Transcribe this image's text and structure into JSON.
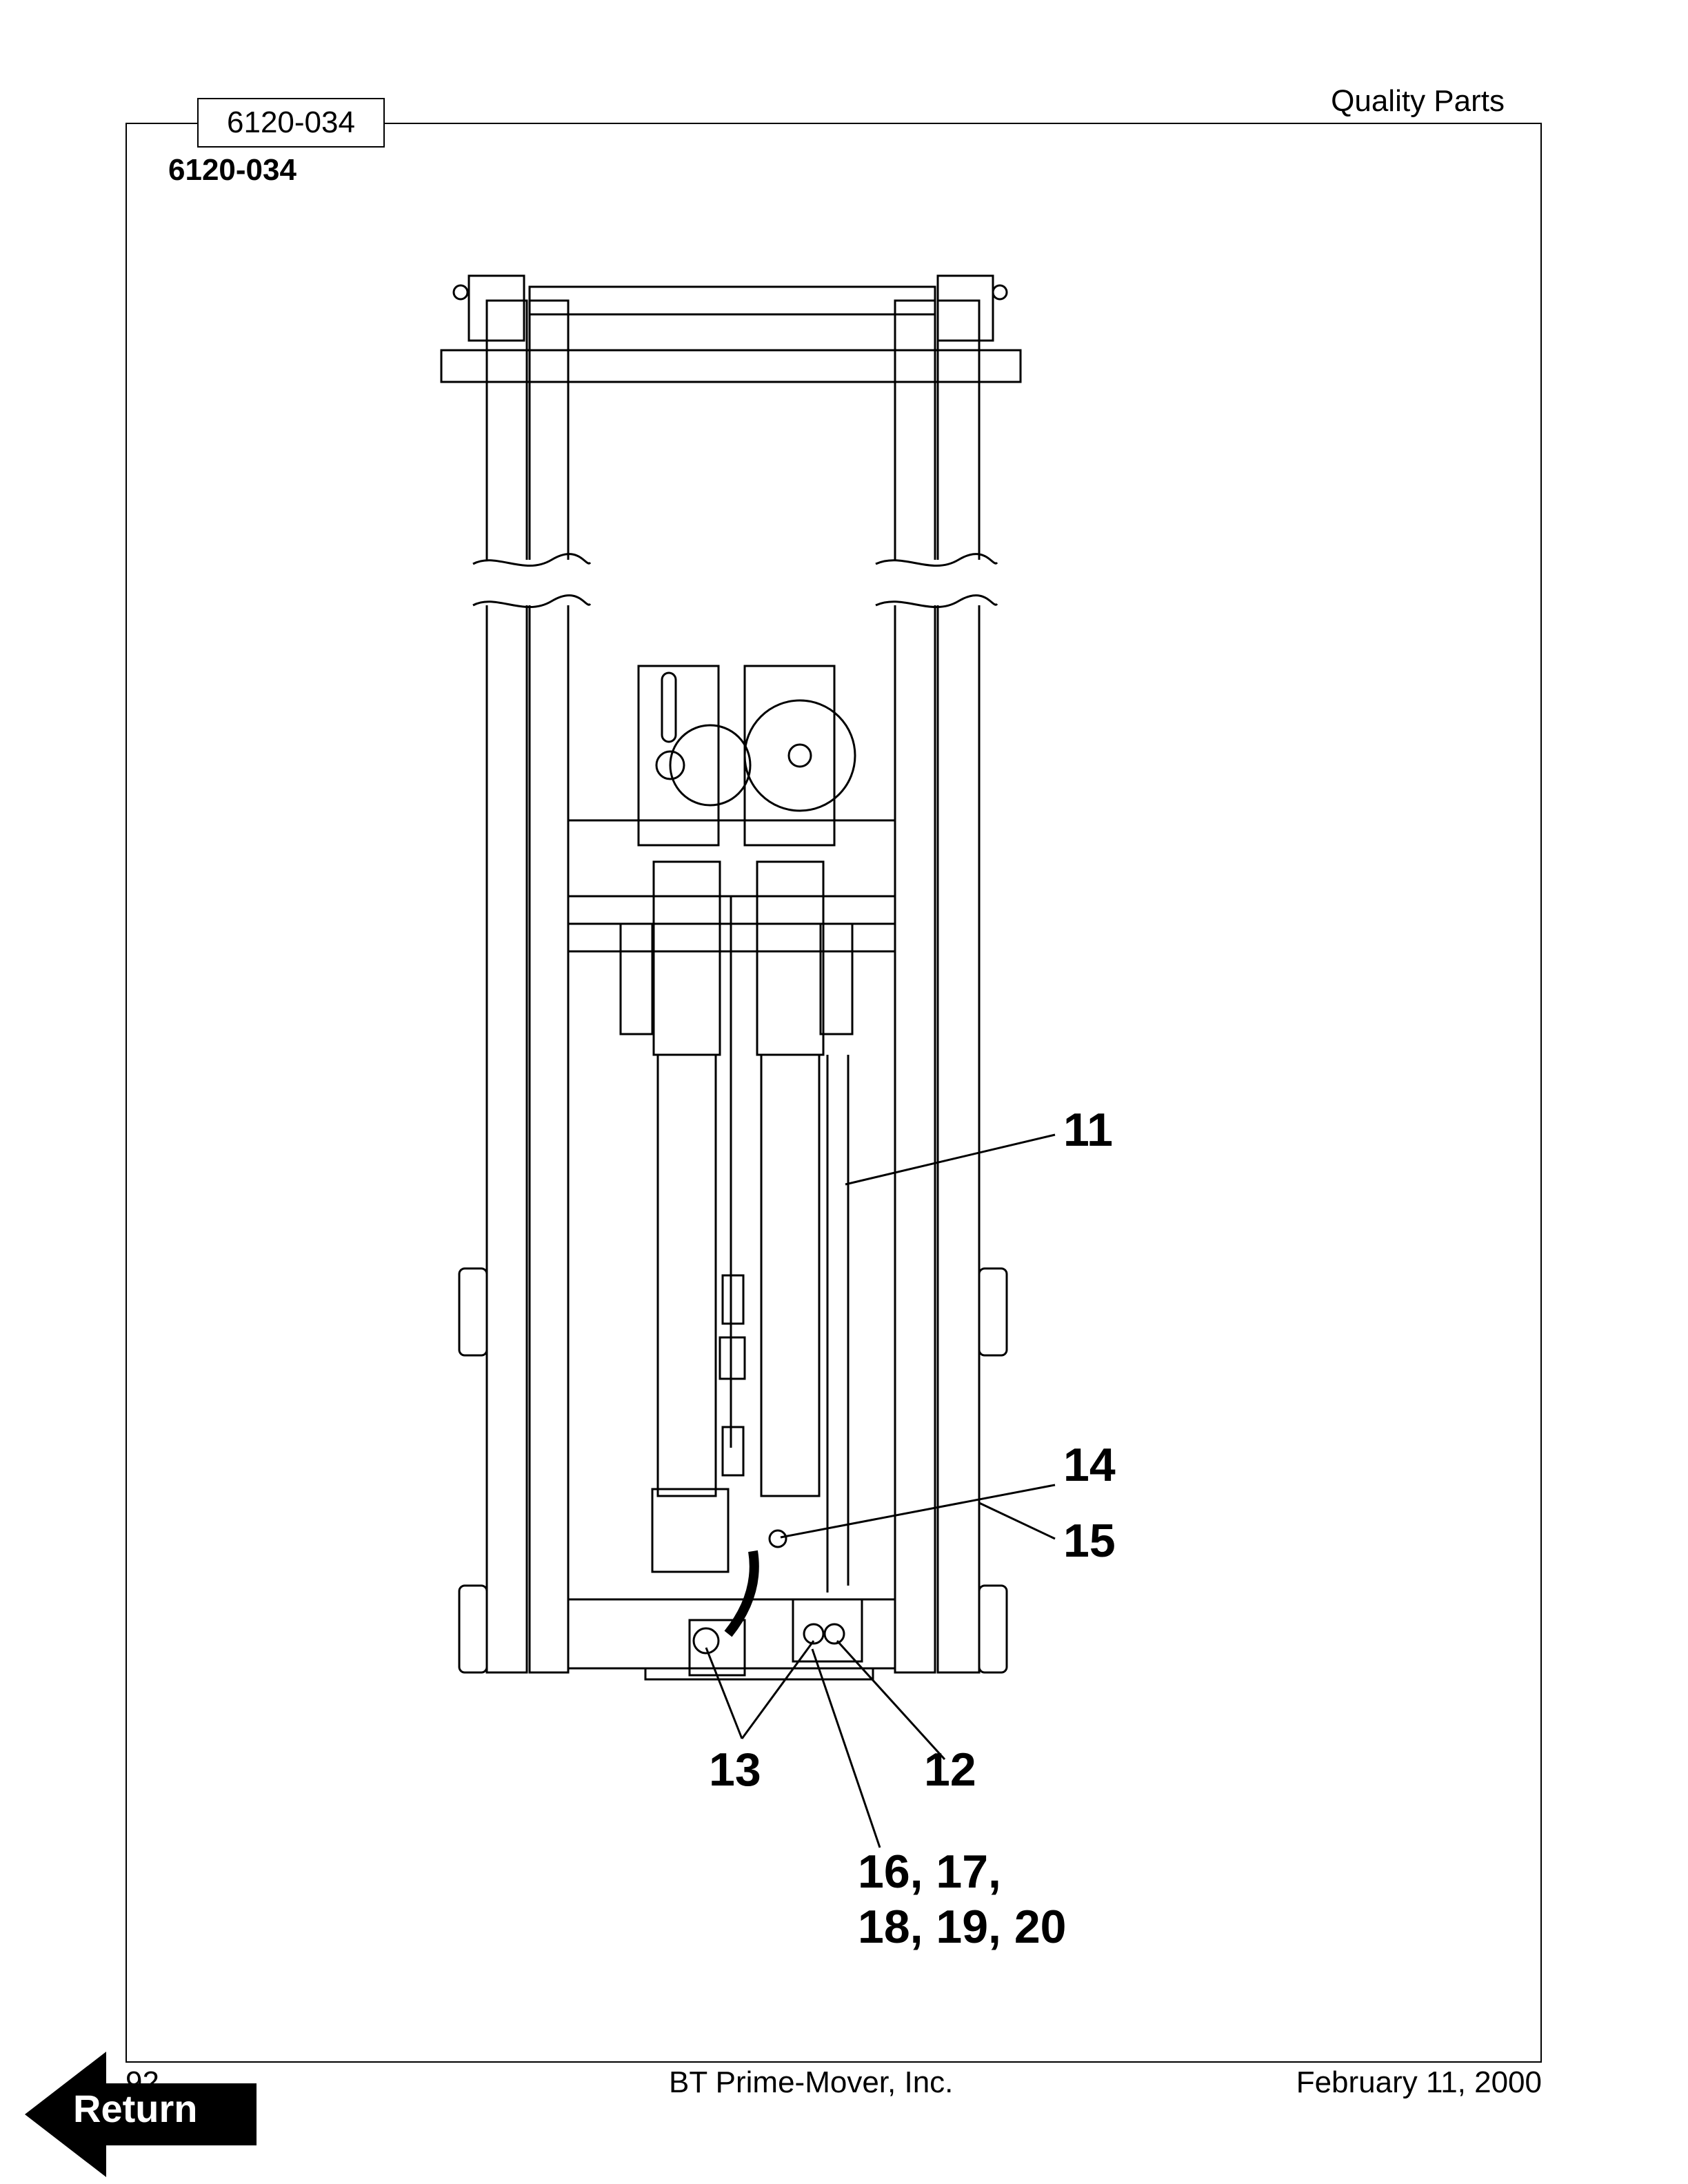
{
  "header": {
    "tag_label": "6120-034",
    "right_text": "Quality Parts",
    "part_title": "6120-034"
  },
  "callouts": {
    "c11": "11",
    "c14": "14",
    "c15": "15",
    "c13": "13",
    "c12": "12",
    "c16a": "16, 17,",
    "c16b": "18, 19, 20"
  },
  "footer": {
    "page_number": "92",
    "company": "BT Prime-Mover, Inc.",
    "date": "February 11, 2000"
  },
  "nav": {
    "return_label": "Return"
  }
}
